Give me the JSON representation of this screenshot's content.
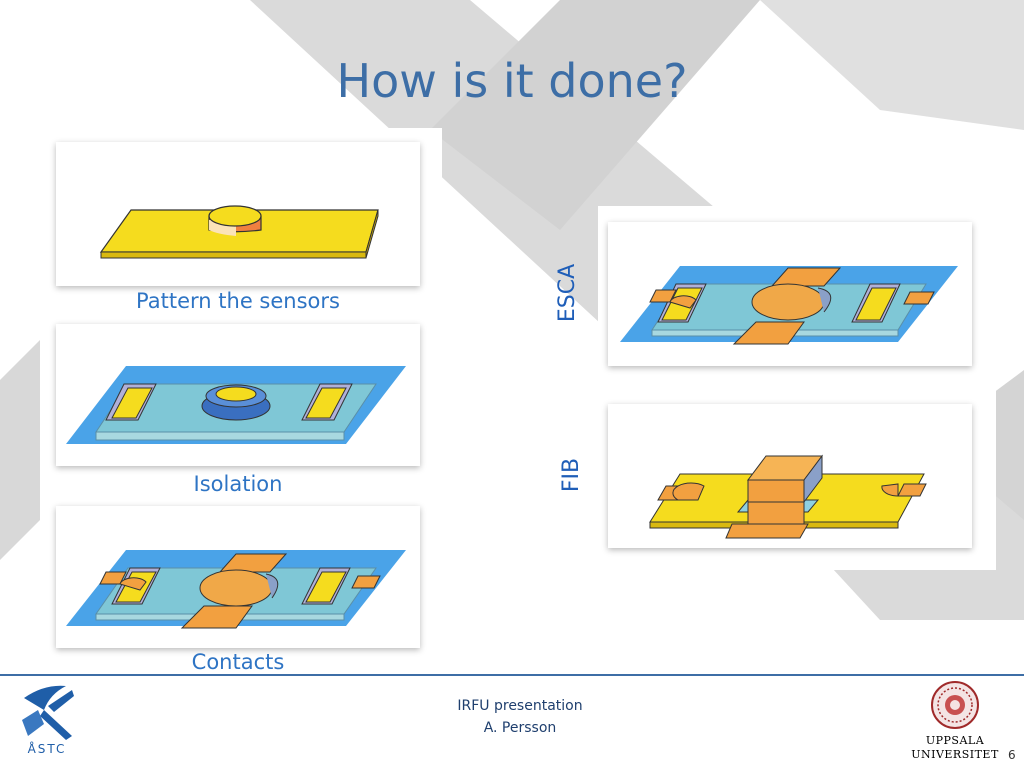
{
  "slide": {
    "title": "How is it done?",
    "steps": [
      {
        "caption": "Pattern the sensors"
      },
      {
        "caption": "Isolation"
      },
      {
        "caption": "Contacts"
      }
    ],
    "methods": [
      {
        "label": "ESCA"
      },
      {
        "label": "FIB"
      }
    ]
  },
  "footer": {
    "line1": "IRFU presentation",
    "line2": "A. Persson",
    "logo_left_text": "ÅSTC",
    "university_line1": "UPPSALA",
    "university_line2": "UNIVERSITET",
    "page_number": "6"
  },
  "colors": {
    "title": "#3d6ea6",
    "caption": "#2e74c4",
    "substrate_yellow": "#f5dc1e",
    "contact_orange": "#f2a040",
    "isolation_blue": "#4aa3e8",
    "background_shape": "#dcdcdc"
  }
}
